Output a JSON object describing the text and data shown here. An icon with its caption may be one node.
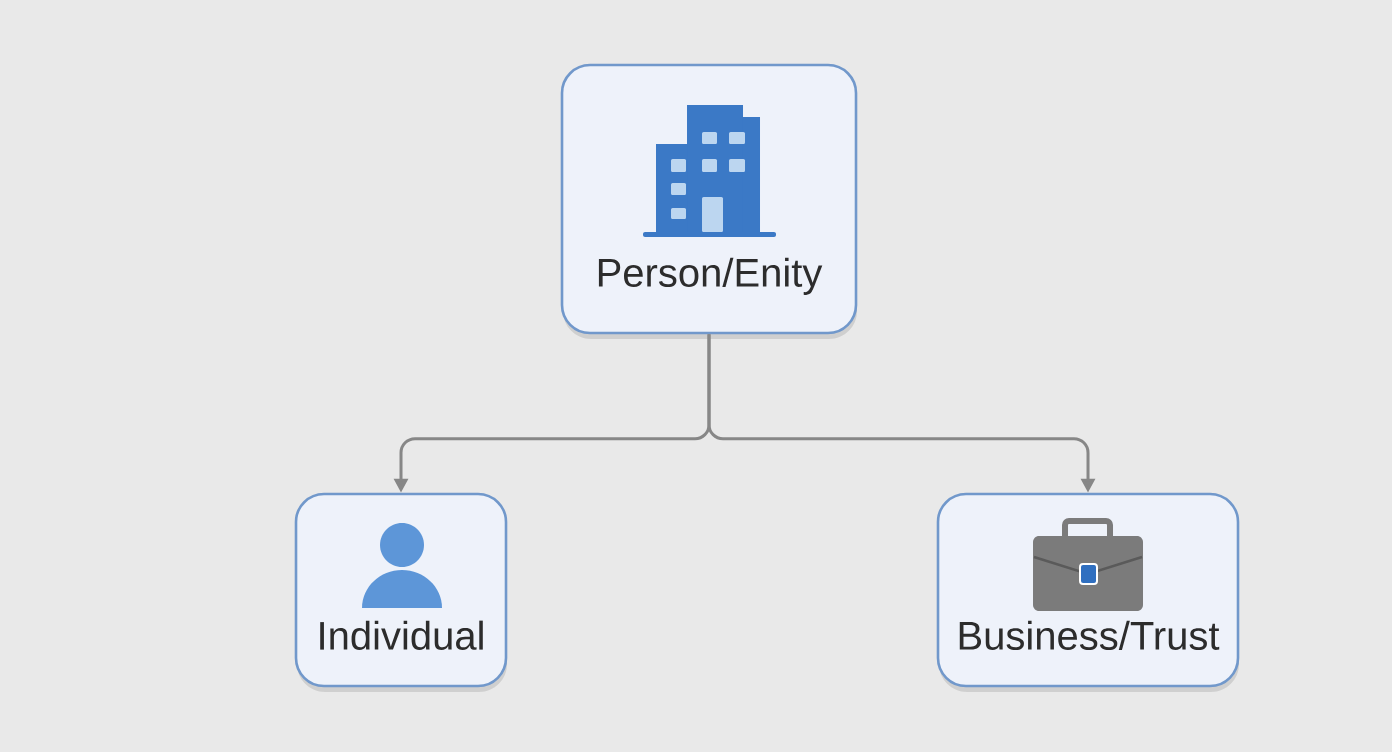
{
  "diagram": {
    "nodes": [
      {
        "text": [
          "Person/Enity"
        ]
      },
      {
        "text": [
          "Individual"
        ]
      },
      {
        "text": [
          "Business/Trust"
        ]
      }
    ],
    "edges": [
      {
        "from": 0,
        "to": 1,
        "arrow": "to"
      },
      {
        "from": 0,
        "to": 2,
        "arrow": "to"
      }
    ]
  }
}
